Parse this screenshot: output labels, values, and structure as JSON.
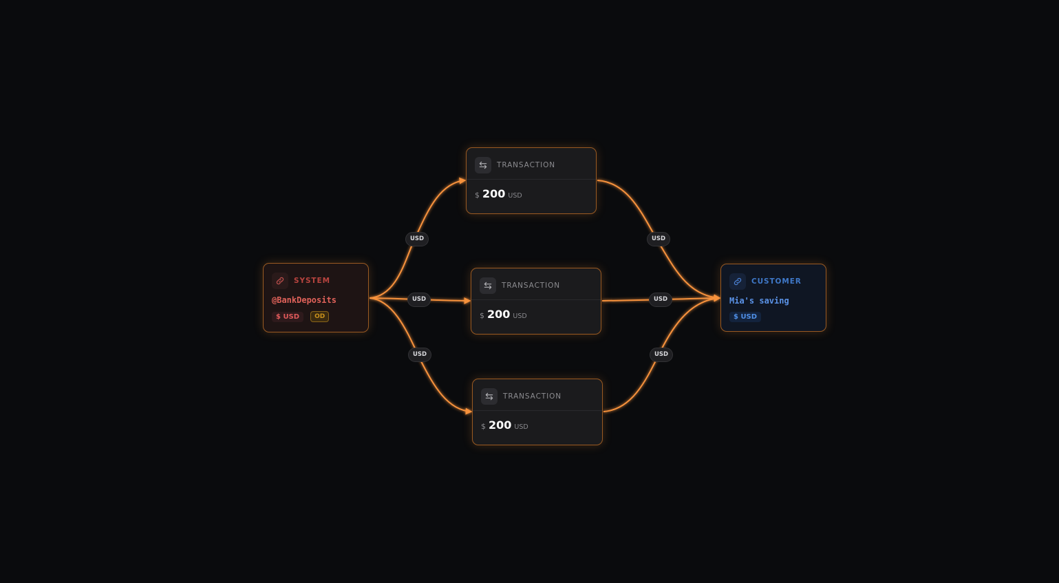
{
  "accent_color": "#f7923c",
  "system_account": {
    "kind": "SYSTEM",
    "name": "@BankDeposits",
    "currency": "$ USD",
    "flag": "OD",
    "icon": "link-icon"
  },
  "customer_account": {
    "kind": "CUSTOMER",
    "name": "Mia's saving",
    "currency": "$ USD",
    "icon": "link-icon"
  },
  "transactions": [
    {
      "title": "TRANSACTION",
      "symbol": "$",
      "amount": "200",
      "unit": "USD",
      "icon": "swap-arrows-icon"
    },
    {
      "title": "TRANSACTION",
      "symbol": "$",
      "amount": "200",
      "unit": "USD",
      "icon": "swap-arrows-icon"
    },
    {
      "title": "TRANSACTION",
      "symbol": "$",
      "amount": "200",
      "unit": "USD",
      "icon": "swap-arrows-icon"
    }
  ],
  "edges": [
    {
      "from": "system",
      "to": "transaction-1",
      "label": "USD"
    },
    {
      "from": "system",
      "to": "transaction-2",
      "label": "USD"
    },
    {
      "from": "system",
      "to": "transaction-3",
      "label": "USD"
    },
    {
      "from": "transaction-1",
      "to": "customer",
      "label": "USD"
    },
    {
      "from": "transaction-2",
      "to": "customer",
      "label": "USD"
    },
    {
      "from": "transaction-3",
      "to": "customer",
      "label": "USD"
    }
  ]
}
